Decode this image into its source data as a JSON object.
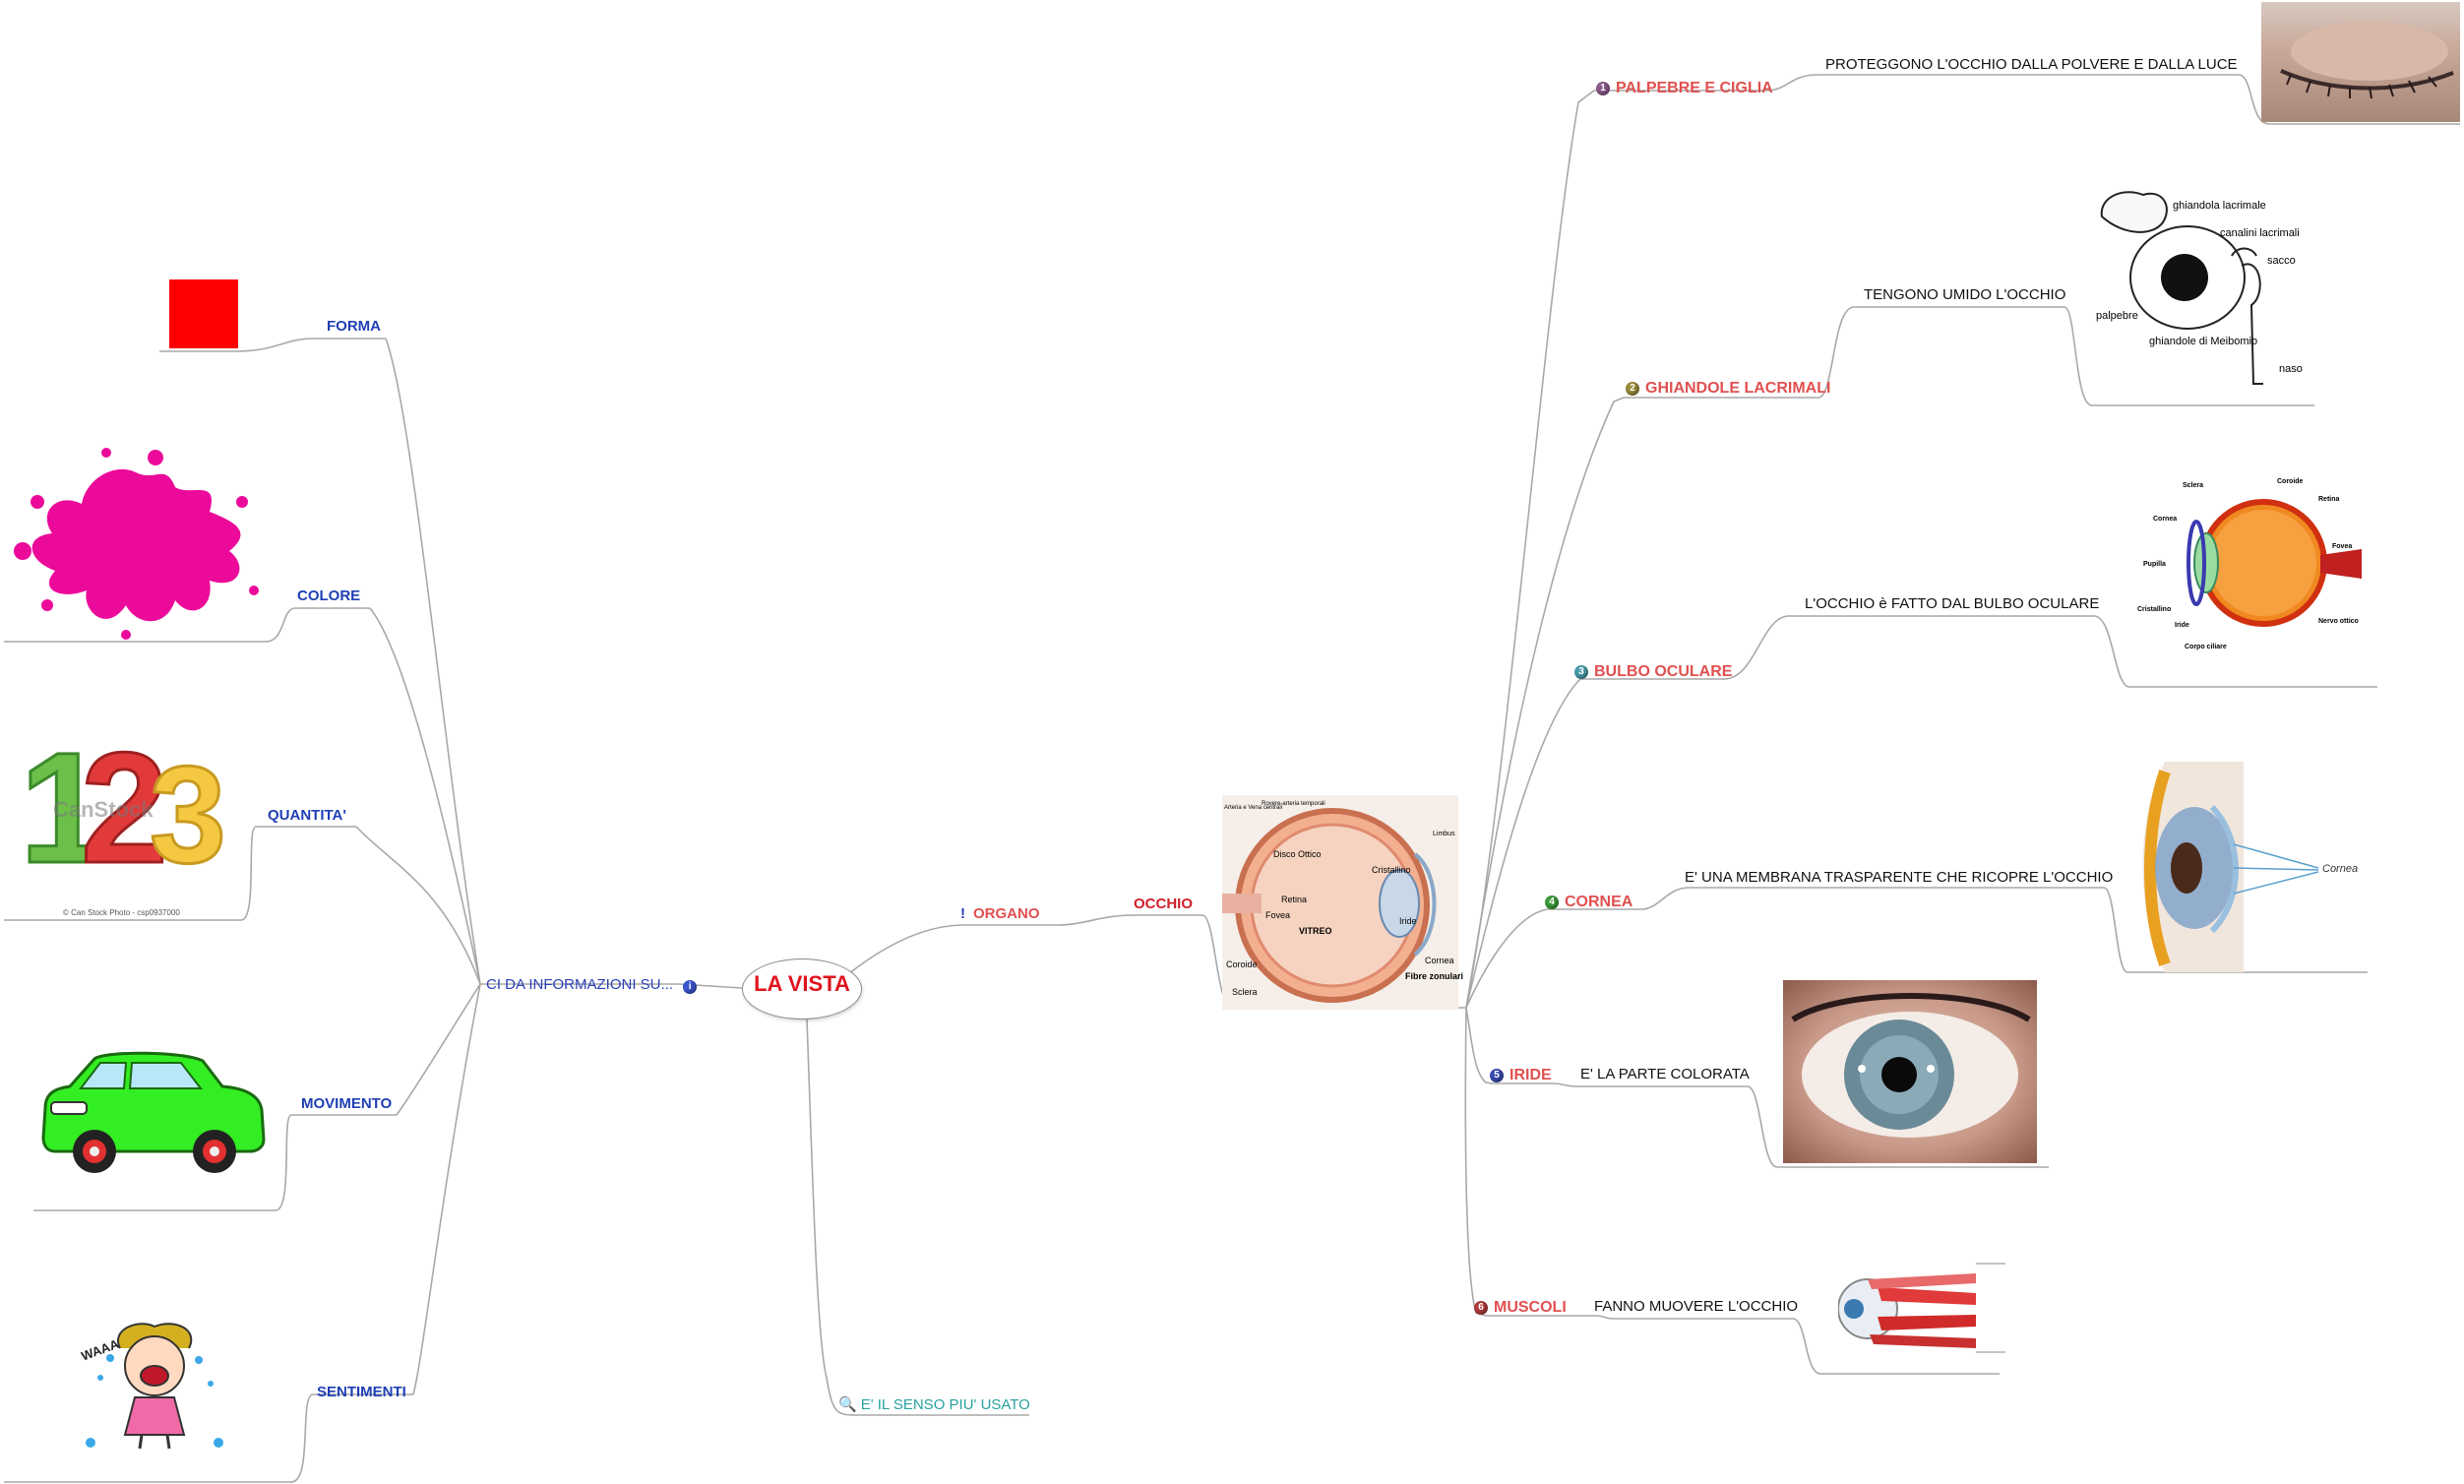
{
  "center": {
    "title": "LA VISTA"
  },
  "info_node": {
    "label": "CI DA INFORMAZIONI SU..."
  },
  "left_topics": [
    {
      "key": "forma",
      "label": "FORMA"
    },
    {
      "key": "colore",
      "label": "COLORE"
    },
    {
      "key": "quantita",
      "label": "QUANTITA'"
    },
    {
      "key": "movimento",
      "label": "MOVIMENTO"
    },
    {
      "key": "sentimenti",
      "label": "SENTIMENTI"
    }
  ],
  "organo": {
    "label": "ORGANO",
    "child": "OCCHIO"
  },
  "senso": {
    "label": "E' IL SENSO PIU' USATO"
  },
  "parts": [
    {
      "num": "1",
      "label": "PALPEBRE E CIGLIA",
      "desc": "PROTEGGONO L'OCCHIO DALLA POLVERE E DALLA LUCE",
      "badge": "#8a5a8a"
    },
    {
      "num": "2",
      "label": "GHIANDOLE LACRIMALI",
      "desc": "TENGONO UMIDO L'OCCHIO",
      "badge": "#9a8a3a"
    },
    {
      "num": "3",
      "label": "BULBO OCULARE",
      "desc": "L'OCCHIO è FATTO DAL BULBO OCULARE",
      "badge": "#4a9aa8"
    },
    {
      "num": "4",
      "label": "CORNEA",
      "desc": "E' UNA MEMBRANA TRASPARENTE CHE RICOPRE L'OCCHIO",
      "badge": "#3a9a3a"
    },
    {
      "num": "5",
      "label": "IRIDE",
      "desc": "E' LA PARTE COLORATA",
      "badge": "#3a4ab0"
    },
    {
      "num": "6",
      "label": "MUSCOLI",
      "desc": "FANNO MUOVERE L'OCCHIO",
      "badge": "#b03a3a"
    }
  ],
  "images": {
    "numbers_watermark": "CanStock",
    "numbers_caption": "© Can Stock Photo - csp0937000",
    "numbers_digits": "123",
    "cry_text": "WAAA",
    "eye_section_labels": [
      "Disco Ottico",
      "Retina",
      "Fovea",
      "VITREO",
      "Cristallino",
      "Iride",
      "Coroide",
      "Sclera",
      "Cornea",
      "Fibre zonulari",
      "Limbus",
      "Arteria e Vena centrali",
      "Rovere-arteria temporali"
    ],
    "lacrimal_labels": [
      "ghiandola lacrimale",
      "canalini lacrimali",
      "sacco",
      "palpebre",
      "ghiandole di Meibomio",
      "naso"
    ],
    "bulbo_labels": [
      "Sclera",
      "Coroide",
      "Retina",
      "Cornea",
      "Pupilla",
      "Fovea",
      "Cristallino",
      "Iride",
      "Corpo ciliare",
      "Nervo ottico"
    ],
    "cornea_label": "Cornea"
  },
  "colors": {
    "connector": "#a8a8a8",
    "left_label": "#1f3fb5",
    "branch_label": "#e05050",
    "center_title": "#e0141e",
    "senso_label": "#2aa0a0"
  }
}
